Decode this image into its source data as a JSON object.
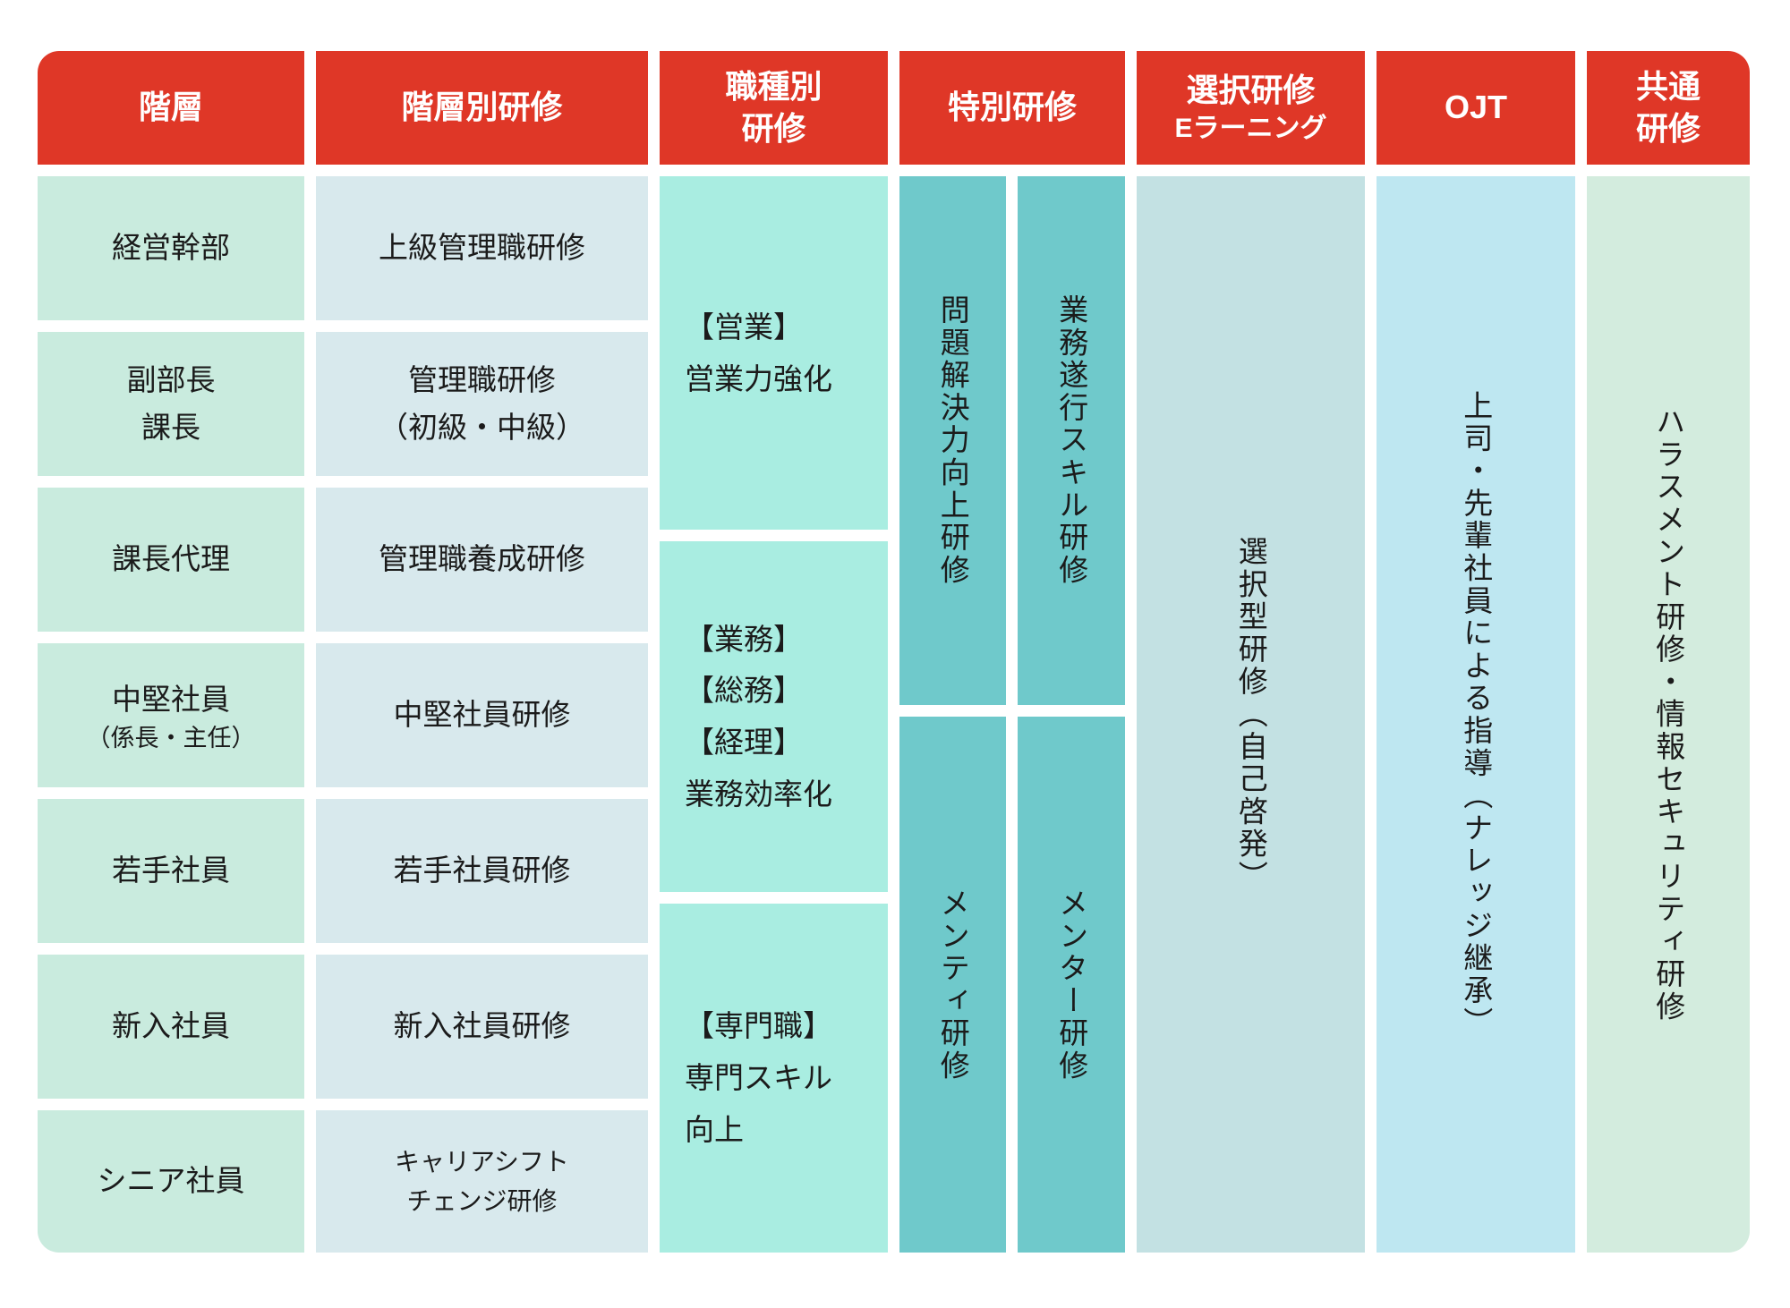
{
  "header": {
    "col1": "階層",
    "col2": "階層別研修",
    "col3": "職種別\n研修",
    "col4": "特別研修",
    "col5_line1": "選択研修",
    "col5_line2": "Eラーニング",
    "col6": "OJT",
    "col7": "共通\n研修"
  },
  "hierarchy_rows": [
    {
      "text": "経営幹部"
    },
    {
      "text": "副部長\n課長"
    },
    {
      "text": "課長代理"
    },
    {
      "text": "中堅社員",
      "sub": "（係長・主任）"
    },
    {
      "text": "若手社員"
    },
    {
      "text": "新入社員"
    },
    {
      "text": "シニア社員"
    }
  ],
  "level_training_rows": [
    {
      "text": "上級管理職研修"
    },
    {
      "text": "管理職研修\n（初級・中級）"
    },
    {
      "text": "管理職養成研修"
    },
    {
      "text": "中堅社員研修"
    },
    {
      "text": "若手社員研修"
    },
    {
      "text": "新入社員研修"
    },
    {
      "text": "キャリアシフト\nチェンジ研修"
    }
  ],
  "job_training_blocks": [
    {
      "text": "【営業】\n営業力強化"
    },
    {
      "text": "【業務】\n【総務】\n【経理】\n業務効率化"
    },
    {
      "text": "【専門職】\n専門スキル\n向上"
    }
  ],
  "special_training": {
    "top_left": "問題解決力向上研修",
    "top_right": "業務遂行スキル研修",
    "bottom_left": "メンティ研修",
    "bottom_right": "メンター研修"
  },
  "elective_training": "選択型研修（自己啓発）",
  "ojt": "上司・先輩社員による指導（ナレッジ継承）",
  "common_training": "ハラスメント研修・情報セキュリティ研修",
  "colors": {
    "header_red": "#df3727",
    "hierarchy_mint": "#c9ebde",
    "level_training_blue": "#d8e9ed",
    "job_training_aqua": "#a9ede1",
    "special_teal": "#6fc9cb",
    "elective_pale_teal": "#c3e1e3",
    "ojt_light_blue": "#bee7f1",
    "common_pale_green": "#d3ecde",
    "text": "#1b1b1b",
    "header_text": "#ffffff"
  }
}
